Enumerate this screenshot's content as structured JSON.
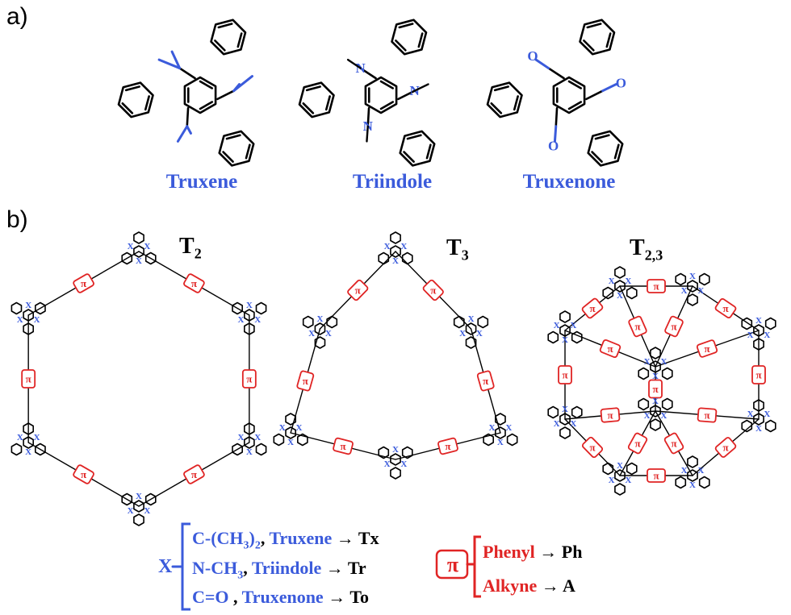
{
  "panel_a": {
    "label": "a)",
    "molecules": [
      {
        "name": "Truxene",
        "substituent": ""
      },
      {
        "name": "Triindole",
        "substituent": "N"
      },
      {
        "name": "Truxenone",
        "substituent": "O"
      }
    ]
  },
  "panel_b": {
    "label": "b)",
    "networks": [
      {
        "label_main": "T",
        "label_sub": "2"
      },
      {
        "label_main": "T",
        "label_sub": "3"
      },
      {
        "label_main": "T",
        "label_sub": "2,3"
      }
    ],
    "node_symbol": "X",
    "linker_symbol": "π"
  },
  "legend": {
    "x_symbol": "X",
    "x_items": [
      {
        "group": "C-(CH",
        "group_sub": "3",
        "group_tail": ")",
        "group_sub2": "2",
        "sep": ",",
        "name": "Truxene",
        "arrow": "→",
        "abbr": "Tx"
      },
      {
        "group": "N-CH",
        "group_sub": "3",
        "group_tail": "",
        "group_sub2": "",
        "sep": ",",
        "name": "Triindole",
        "arrow": "→",
        "abbr": "Tr"
      },
      {
        "group": "C=O",
        "group_sub": "",
        "group_tail": "",
        "group_sub2": "",
        "sep": " ,",
        "name": "Truxenone",
        "arrow": "→",
        "abbr": "To"
      }
    ],
    "pi_symbol": "π",
    "pi_items": [
      {
        "name": "Phenyl",
        "arrow": "→",
        "abbr": "Ph"
      },
      {
        "name": "Alkyne",
        "arrow": "→",
        "abbr": "A"
      }
    ]
  },
  "colors": {
    "blue": "#3b5bdb",
    "red": "#e02424",
    "black": "#000000"
  }
}
